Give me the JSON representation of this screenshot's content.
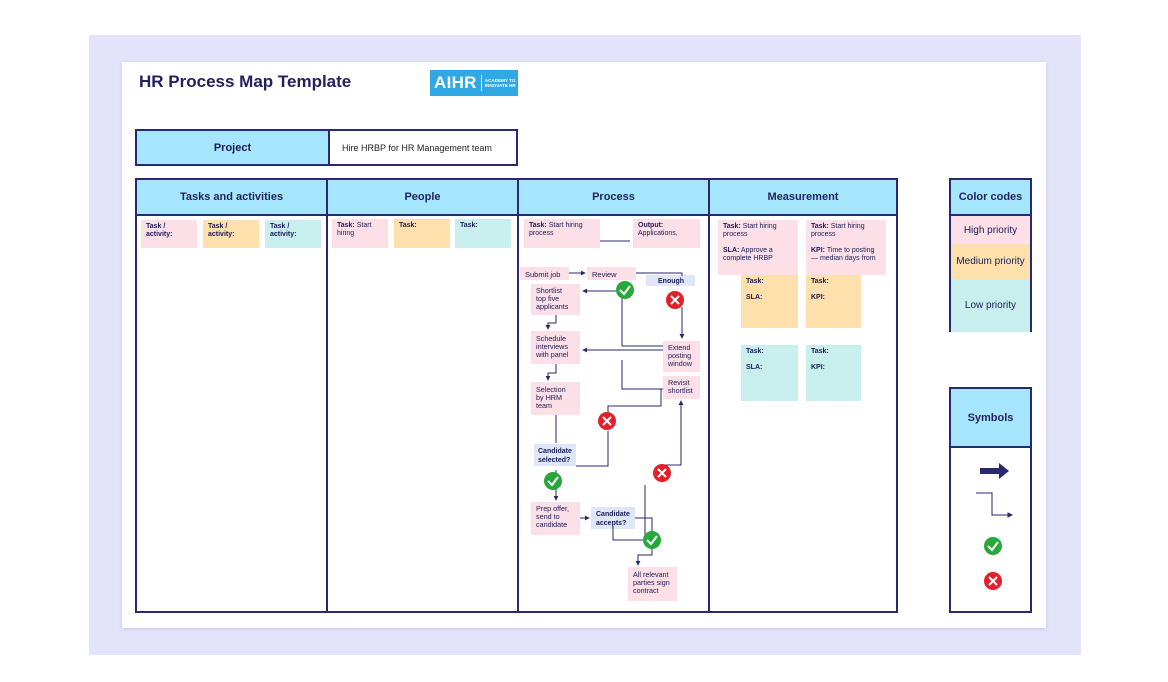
{
  "title": "HR Process Map Template",
  "logo": {
    "name": "AIHR",
    "tagline_1": "ACADEMY TO",
    "tagline_2": "INNOVATE HR"
  },
  "project": {
    "label": "Project",
    "value": "Hire HRBP for HR Management team"
  },
  "columns": [
    "Tasks and activities",
    "People",
    "Process",
    "Measurement"
  ],
  "tasks_notes": [
    "Task / activity:",
    "Task / activity:",
    "Task / activity:"
  ],
  "people_notes": [
    {
      "bold": "Task:",
      "text": "Start hiring"
    },
    {
      "bold": "Task:",
      "text": ""
    },
    {
      "bold": "Task:",
      "text": ""
    }
  ],
  "process": {
    "task_note": {
      "bold": "Task:",
      "text": "Start hiring process"
    },
    "output_note": {
      "bold": "Output:",
      "text": "Applications,"
    },
    "submit_job": "Submit job",
    "review": "Review",
    "enough": "Enough",
    "shortlist": [
      "Shortlist",
      "top five",
      "applicants"
    ],
    "schedule": [
      "Schedule",
      "interviews",
      "with panel"
    ],
    "selection": [
      "Selection",
      "by HRM",
      "team"
    ],
    "extend": [
      "Extend",
      "posting",
      "window"
    ],
    "revisit": [
      "Revisit",
      "shortlist"
    ],
    "candidate_selected": [
      "Candidate",
      "selected?"
    ],
    "prep_offer": [
      "Prep offer,",
      "send to",
      "candidate"
    ],
    "candidate_accepts": [
      "Candidate",
      "accepts?"
    ],
    "all_relevant": [
      "All relevant",
      "parties sign",
      "contract"
    ]
  },
  "measurement": {
    "note1": {
      "task": "Task:",
      "task_text": "Start hiring process",
      "sla": "SLA:",
      "sla_text": "Approve a complete HRBP"
    },
    "note2": {
      "task": "Task:",
      "task_text": "Start hiring process",
      "kpi": "KPI:",
      "kpi_text": "Time to posting — median days from"
    },
    "orange1": {
      "task": "Task:",
      "sla": "SLA:"
    },
    "orange2": {
      "task": "Task:",
      "kpi": "KPI:"
    },
    "teal1": {
      "task": "Task:",
      "sla": "SLA:"
    },
    "teal2": {
      "task": "Task:",
      "kpi": "KPI:"
    }
  },
  "color_codes": {
    "title": "Color codes",
    "items": [
      {
        "label": "High priority",
        "color": "#fde0e7"
      },
      {
        "label": "Medium priority",
        "color": "#fde0ab"
      },
      {
        "label": "Low priority",
        "color": "#c8eeee"
      }
    ]
  },
  "symbols": {
    "title": "Symbols",
    "icons": [
      "arrow-right-icon",
      "elbow-connector-icon",
      "check-icon",
      "cross-icon"
    ]
  },
  "colors": {
    "border": "#2a2870",
    "header": "#a6e6fc",
    "check": "#27a83a",
    "cross": "#e0202a",
    "connector": "#2a2870"
  }
}
